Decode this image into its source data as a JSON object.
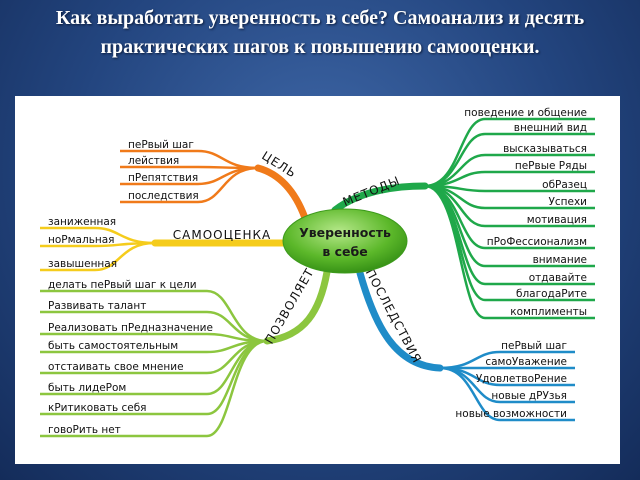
{
  "slide": {
    "title": "Как выработать уверенность в себе? Самоанализ и десять практических шагов к повышению самооценки."
  },
  "mindmap": {
    "center": {
      "line1": "Уверенность",
      "line2": "в себе",
      "color": "#5cb82a"
    },
    "branches": {
      "goal": {
        "label": "ЦЕЛЬ",
        "color": "#f07a1a",
        "items": [
          "пеРвый шаг",
          "лействия",
          "пРепятствия",
          "последствия"
        ]
      },
      "self_esteem": {
        "label": "САМООЦЕНКА",
        "color": "#f5cc1c",
        "items": [
          "заниженная",
          "ноРмальная",
          "завышенная"
        ]
      },
      "methods": {
        "label": "МЕТОДЫ",
        "color": "#1fa84a",
        "items": [
          "поведение и общение",
          "внешний вид",
          "высказываться",
          "пеРвые Ряды",
          "обРазец",
          "Успехи",
          "мотивация",
          "пРоФессионализм",
          "внимание",
          "отдавайте",
          "благодаРите",
          "комплименты"
        ]
      },
      "allows": {
        "label": "ПОЗВОЛЯЕТ",
        "color": "#8cc63f",
        "items": [
          "делать пеРвый шаг к цели",
          "Развивать талант",
          "Реализовать пРедназначение",
          "быть самостоятельным",
          "отстаивать свое мнение",
          "быть лидеРом",
          "кРитиковать себя",
          "говоРить нет"
        ]
      },
      "consequences": {
        "label": "ПОСЛЕДСТВИЯ",
        "color": "#1f8cc8",
        "items": [
          "пеРвый шаг",
          "самоУважение",
          "УдовлетвоРение",
          "новые дРУзья",
          "новые возможности"
        ]
      }
    }
  }
}
